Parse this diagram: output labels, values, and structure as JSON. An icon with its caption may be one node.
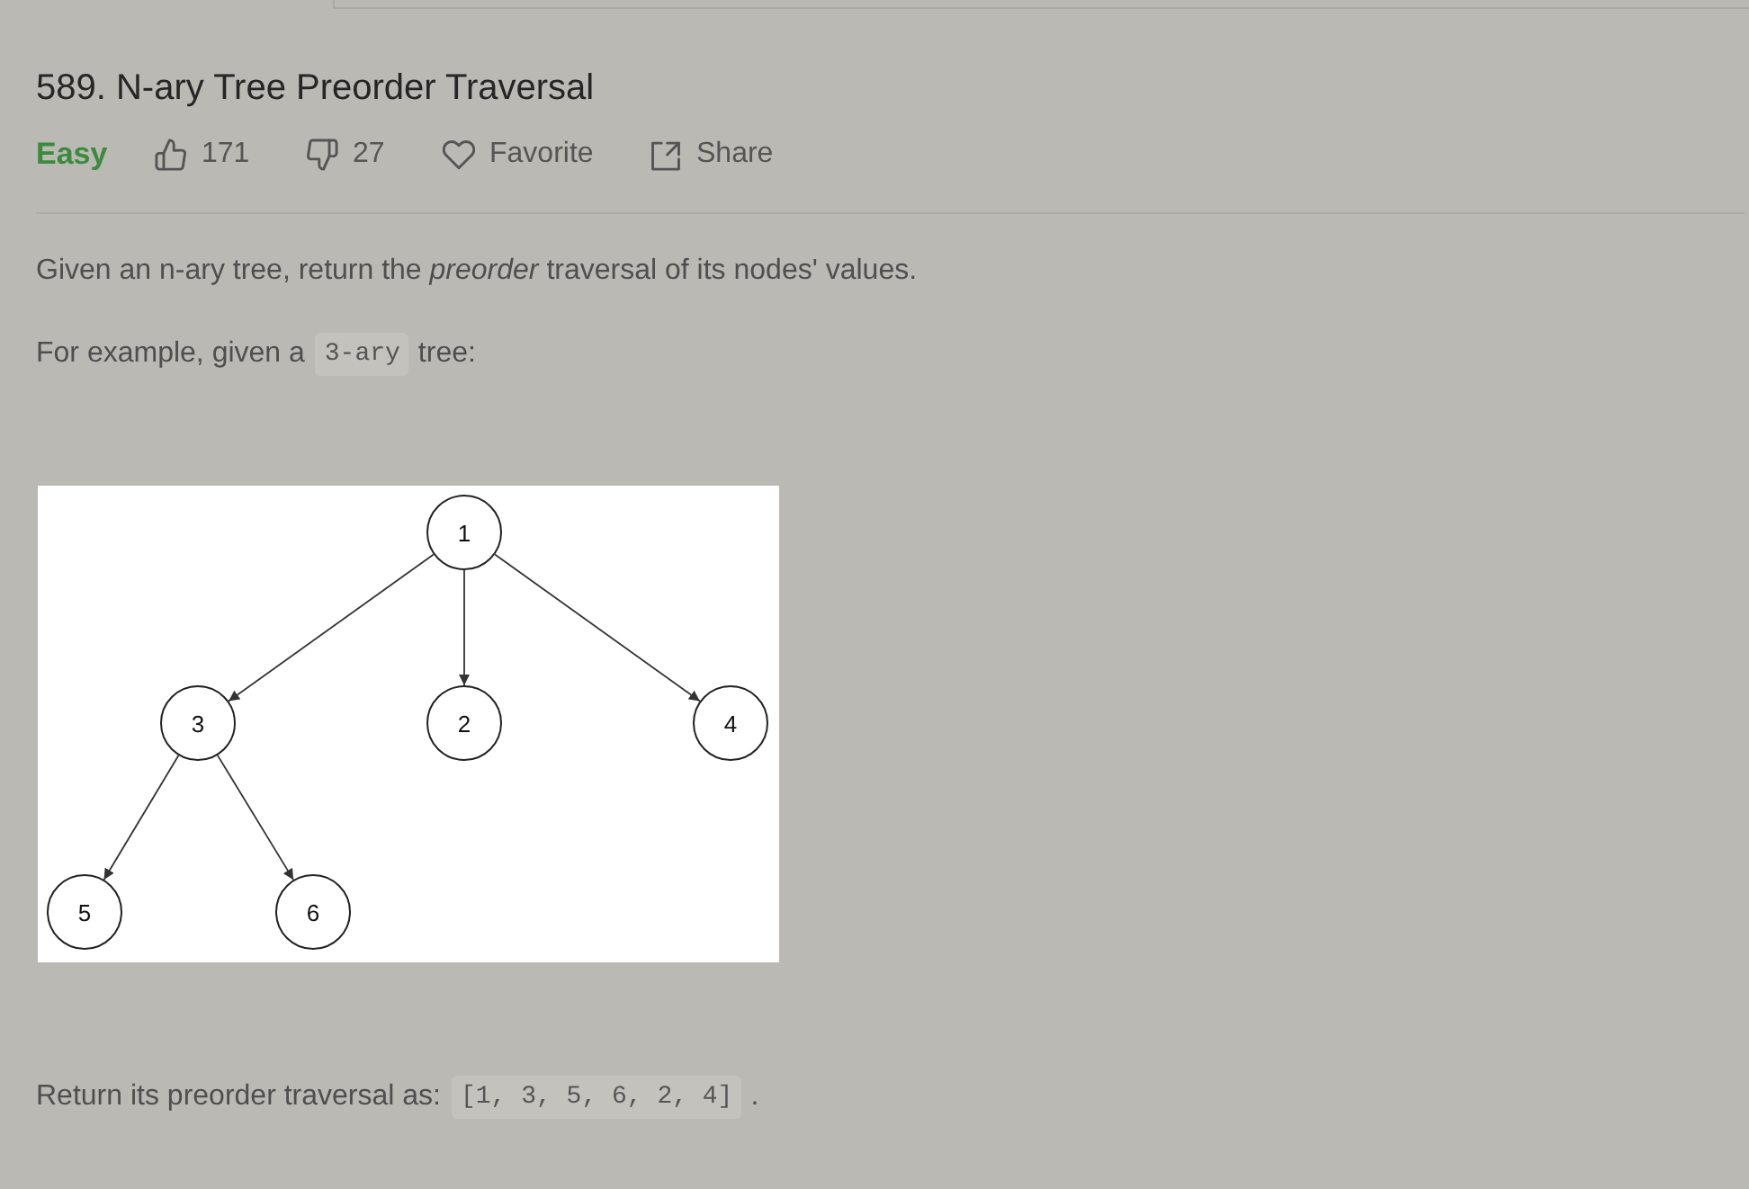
{
  "diagram": {
    "title": "589. N-ary Tree Preorder Traversal",
    "nodes": [
      {
        "text": [
          "1"
        ]
      },
      {
        "text": [
          "3"
        ]
      },
      {
        "text": [
          "2"
        ]
      },
      {
        "text": [
          "4"
        ]
      },
      {
        "text": [
          "5"
        ]
      },
      {
        "text": [
          "6"
        ]
      }
    ],
    "edges": [
      {
        "from": 0,
        "to": 1,
        "arrow": "to"
      },
      {
        "from": 0,
        "to": 2,
        "arrow": "to"
      },
      {
        "from": 0,
        "to": 3,
        "arrow": "to"
      },
      {
        "from": 1,
        "to": 4,
        "arrow": "to"
      },
      {
        "from": 1,
        "to": 5,
        "arrow": "to"
      }
    ],
    "labels": [
      "Easy",
      "171",
      "27",
      "Favorite",
      "Share",
      "Given an n-ary tree, return the *preorder* traversal of its nodes' values.",
      "For example, given a",
      "3-ary",
      "tree:",
      "Return its preorder traversal as:",
      "[1, 3, 5, 6, 2, 4]",
      "."
    ]
  }
}
